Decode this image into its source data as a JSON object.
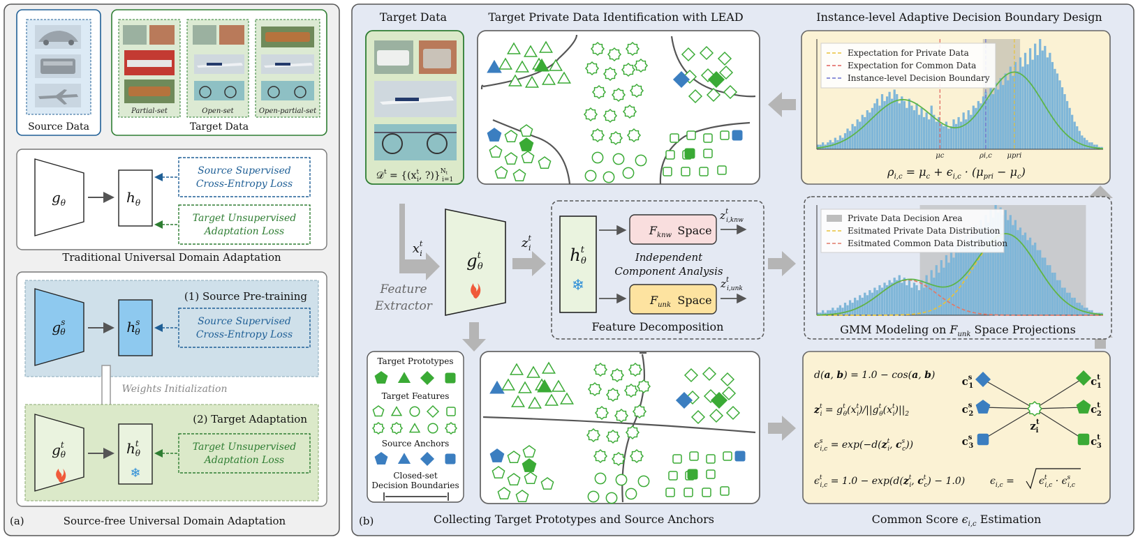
{
  "colors": {
    "panel_bg": "#f0f0f0",
    "panel_b_bg": "#e4e9f3",
    "source_blue": "#1f5f96",
    "target_green": "#2e7d32",
    "shape_green": "#3aaa35",
    "shape_blue": "#3b7ec0",
    "histogram_blue": "#7fb6d8",
    "yellow_panel": "#fbf2d4",
    "pink_box": "#f9dede",
    "gold_box": "#fde3a0"
  },
  "panel_a": {
    "label": "(a)",
    "source_data_title": "Source Data",
    "target_data_title": "Target Data",
    "subset_labels": [
      "Partial-set",
      "Open-set",
      "Open-partial-set"
    ],
    "traditional": {
      "title": "Traditional Universal Domain Adaptation",
      "g": "g",
      "h": "h",
      "loss1": [
        "Source Supervised",
        "Cross-Entropy Loss"
      ],
      "loss2": [
        "Target Unsupervised",
        "Adaptation Loss"
      ]
    },
    "source_free": {
      "title": "Source-free Universal Domain Adaptation",
      "stage1": "(1) Source Pre-training",
      "stage2": "(2) Target Adaptation",
      "weights_init": "Weights Initialization",
      "loss1": [
        "Source Supervised",
        "Cross-Entropy Loss"
      ],
      "loss2": [
        "Target Unsupervised",
        "Adaptation Loss"
      ]
    }
  },
  "panel_b": {
    "label": "(b)",
    "target_data_title": "Target Data",
    "identification_title": "Target Private Data Identification with LEAD",
    "boundary_title": "Instance-level Adaptive Decision Boundary Design",
    "feature_extractor": [
      "Feature",
      "Extractor"
    ],
    "knw_space": "Space",
    "unk_space": "Space",
    "ica": [
      "Independent",
      "Component Analysis"
    ],
    "feature_decomposition": "Feature Decomposition",
    "gmm_title": "GMM Modeling on",
    "gmm_title_suffix": "Space Projections",
    "collecting_title": "Collecting Target Prototypes and Source Anchors",
    "common_score_title": "Common Score",
    "common_score_suffix": "Estimation",
    "legend_box": {
      "target_prototypes": "Target Prototypes",
      "target_features": "Target Features",
      "source_anchors": "Source Anchors",
      "closed_set": [
        "Closed-set",
        "Decision Boundaries"
      ]
    },
    "chart_top_legend": [
      "Expectation for Private Data",
      "Expectation for Common Data",
      "Instance-level Decision Boundary"
    ],
    "chart_bottom_legend": [
      "Private Data Decision Area",
      "Esitmated Private Data Distribution",
      "Esitmated Common Data Distribution"
    ],
    "chart_top_ticks": [
      "μc",
      "ρi,c",
      "μpri"
    ]
  },
  "chart_data": [
    {
      "type": "histogram",
      "title": "",
      "legend": [
        "Expectation for Private Data",
        "Expectation for Common Data",
        "Instance-level Decision Boundary"
      ],
      "x_ticks": [
        "μc",
        "ρi,c",
        "μpri"
      ],
      "bins": [
        2,
        2,
        3,
        2,
        3,
        4,
        3,
        5,
        4,
        6,
        5,
        7,
        9,
        8,
        11,
        10,
        13,
        12,
        15,
        14,
        17,
        16,
        18,
        20,
        22,
        19,
        24,
        21,
        23,
        25,
        22,
        26,
        24,
        20,
        23,
        21,
        18,
        22,
        19,
        17,
        20,
        15,
        18,
        14,
        16,
        13,
        19,
        15,
        12,
        14,
        11,
        10,
        12,
        9,
        10,
        13,
        11,
        14,
        12,
        16,
        13,
        17,
        15,
        19,
        18,
        21,
        20,
        23,
        25,
        22,
        27,
        24,
        29,
        26,
        31,
        28,
        33,
        30,
        36,
        32,
        38,
        34,
        40,
        36,
        42,
        37,
        44,
        39,
        46,
        41,
        48,
        43,
        45,
        40,
        42,
        38,
        35,
        33,
        30,
        27,
        24,
        21,
        18,
        15,
        12,
        10,
        8,
        6,
        5,
        4,
        3,
        3,
        2,
        2,
        1,
        1
      ]
    },
    {
      "type": "histogram",
      "title": "",
      "legend": [
        "Private Data Decision Area",
        "Esitmated Private Data Distribution",
        "Esitmated Common Data Distribution"
      ],
      "bins": [
        1,
        1,
        2,
        1,
        2,
        2,
        3,
        2,
        3,
        4,
        3,
        5,
        4,
        6,
        5,
        7,
        6,
        8,
        7,
        9,
        8,
        10,
        9,
        11,
        10,
        12,
        11,
        13,
        12,
        14,
        13,
        15,
        14,
        16,
        13,
        15,
        12,
        14,
        11,
        13,
        12,
        10,
        14,
        11,
        16,
        13,
        18,
        15,
        20,
        17,
        22,
        19,
        24,
        21,
        26,
        23,
        28,
        25,
        30,
        27,
        32,
        29,
        34,
        31,
        36,
        33,
        38,
        35,
        40,
        37,
        42,
        39,
        44,
        41,
        43,
        40,
        42,
        38,
        40,
        36,
        38,
        34,
        35,
        32,
        33,
        30,
        31,
        28,
        29,
        26,
        26,
        23,
        23,
        20,
        20,
        17,
        17,
        14,
        14,
        11,
        11,
        9,
        9,
        7,
        7,
        5,
        5,
        4,
        3,
        3,
        2,
        2,
        1,
        1,
        1,
        1
      ]
    }
  ]
}
